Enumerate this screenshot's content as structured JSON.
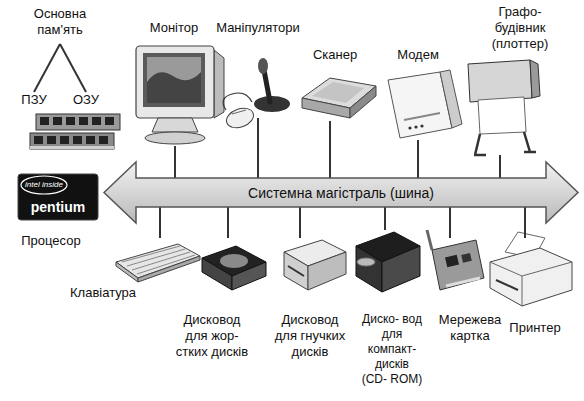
{
  "diagram": {
    "nodes": [
      {
        "text": [
          "Основна пам'ять"
        ]
      },
      {
        "text": [
          "ПЗУ"
        ]
      },
      {
        "text": [
          "ОЗУ"
        ]
      },
      {
        "text": [
          "Монітор"
        ]
      },
      {
        "text": [
          "Маніпулятори"
        ]
      },
      {
        "text": [
          "Сканер"
        ]
      },
      {
        "text": [
          "Модем"
        ]
      },
      {
        "text": [
          "Графо- будівник (плоттер)"
        ]
      },
      {
        "text": [
          "Системна магістраль (шина)"
        ]
      },
      {
        "text": [
          "Процесор"
        ]
      },
      {
        "text": [
          "Клавіатура"
        ]
      },
      {
        "text": [
          "Дисковод для жор- стких дисків"
        ]
      },
      {
        "text": [
          "Дисковод для гнучких дисків"
        ]
      },
      {
        "text": [
          "Диско- вод для компакт- дисків (CD- ROM)"
        ]
      },
      {
        "text": [
          "Мережева картка"
        ]
      },
      {
        "text": [
          "Принтер"
        ]
      }
    ],
    "edges": [
      {
        "from": 0,
        "to": 1,
        "arrow": "none"
      },
      {
        "from": 0,
        "to": 2,
        "arrow": "none"
      },
      {
        "from": 8,
        "to": 3,
        "arrow": "none"
      },
      {
        "from": 8,
        "to": 4,
        "arrow": "none"
      },
      {
        "from": 8,
        "to": 5,
        "arrow": "none"
      },
      {
        "from": 8,
        "to": 6,
        "arrow": "none"
      },
      {
        "from": 8,
        "to": 7,
        "arrow": "none"
      },
      {
        "from": 8,
        "to": 10,
        "arrow": "none"
      },
      {
        "from": 8,
        "to": 11,
        "arrow": "none"
      },
      {
        "from": 8,
        "to": 12,
        "arrow": "none"
      },
      {
        "from": 8,
        "to": 13,
        "arrow": "none"
      },
      {
        "from": 8,
        "to": 14,
        "arrow": "none"
      },
      {
        "from": 8,
        "to": 15,
        "arrow": "none"
      }
    ],
    "labels": [
      "intel inside",
      "pentium"
    ]
  }
}
